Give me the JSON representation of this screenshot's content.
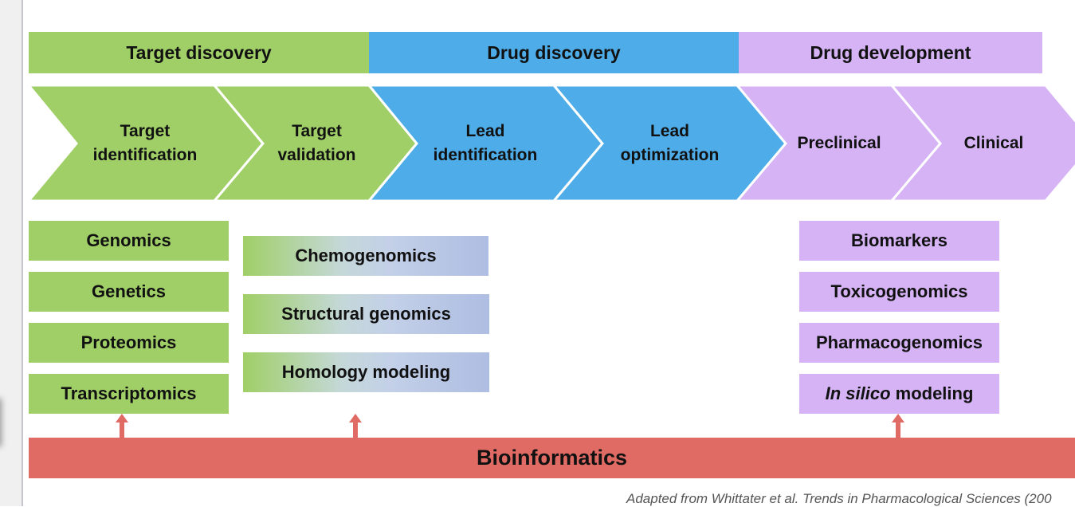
{
  "colors": {
    "green": "#a0cf67",
    "blue": "#4eade8",
    "purple": "#d5b3f5",
    "red": "#e06b64"
  },
  "phases": [
    {
      "label": "Target discovery"
    },
    {
      "label": "Drug discovery"
    },
    {
      "label": "Drug development"
    }
  ],
  "steps": [
    {
      "label": "Target\nidentification"
    },
    {
      "label": "Target\nvalidation"
    },
    {
      "label": "Lead\nidentification"
    },
    {
      "label": "Lead\noptimization"
    },
    {
      "label": "Preclinical"
    },
    {
      "label": "Clinical"
    }
  ],
  "target_methods": [
    "Genomics",
    "Genetics",
    "Proteomics",
    "Transcriptomics"
  ],
  "validation_methods": [
    "Chemogenomics",
    "Structural genomics",
    "Homology modeling"
  ],
  "development_methods": [
    "Biomarkers",
    "Toxicogenomics",
    "Pharmacogenomics"
  ],
  "in_silico": {
    "italic": "In silico",
    "rest": " modeling"
  },
  "foundation": "Bioinformatics",
  "citation": "Adapted from Whittater et al. Trends in Pharmacological Sciences (200"
}
